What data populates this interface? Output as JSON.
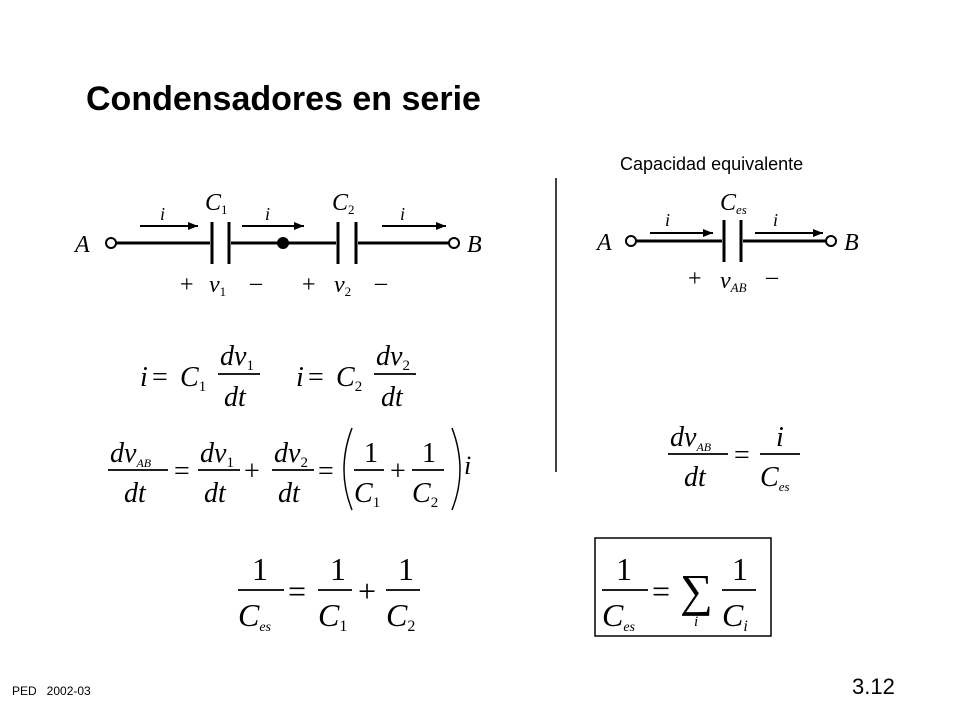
{
  "title": "Condensadores en serie",
  "right_header": "Capacidad equivalente",
  "footer": {
    "left": "PED   2002-03",
    "page": "3.12"
  },
  "series_circuit": {
    "node_a": "A",
    "node_b": "B",
    "current": "i",
    "c1": {
      "name": "C",
      "sub": "1"
    },
    "c2": {
      "name": "C",
      "sub": "2"
    },
    "v1": {
      "name": "v",
      "sub": "1"
    },
    "v2": {
      "name": "v",
      "sub": "2"
    },
    "plus": "+",
    "minus": "–"
  },
  "equivalent_circuit": {
    "node_a": "A",
    "node_b": "B",
    "current": "i",
    "ces": {
      "name": "C",
      "sub": "es"
    },
    "vab": {
      "name": "v",
      "sub": "AB"
    },
    "plus": "+",
    "minus": "–"
  },
  "equations": {
    "i": "i",
    "eq": "=",
    "plus": "+",
    "one": "1",
    "dt": "dt",
    "dv": "dv",
    "C": "C",
    "sub1": "1",
    "sub2": "2",
    "sub_es": "es",
    "sub_ab": "AB",
    "sub_i": "i",
    "sigma": "∑"
  }
}
